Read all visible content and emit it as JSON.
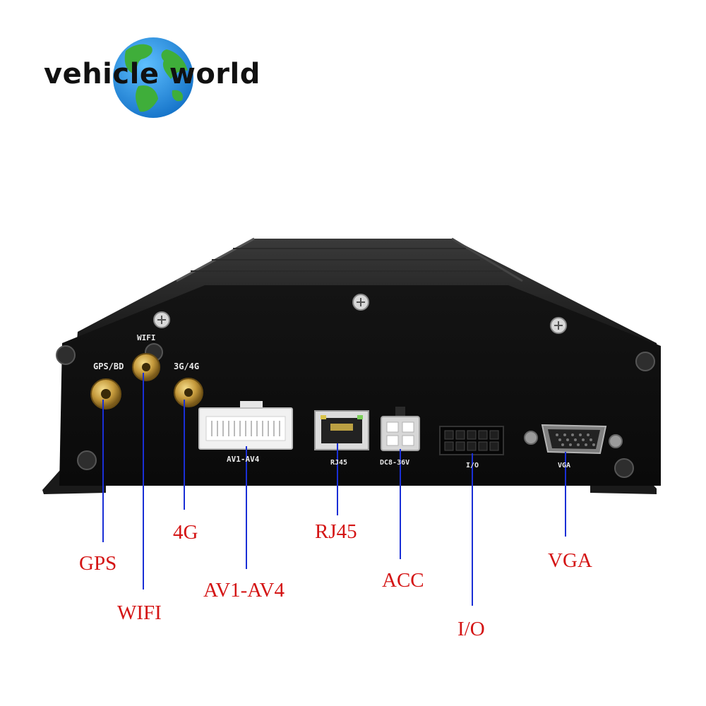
{
  "logo": {
    "text": "vehicle world"
  },
  "panel_labels": {
    "gps_bd": "GPS/BD",
    "wifi": "WIFI",
    "g3g4": "3G/4G",
    "av": "AV1-AV4",
    "rj45": "RJ45",
    "dc": "DC8-36V",
    "io": "I/O",
    "vga": "VGA"
  },
  "callouts": {
    "gps": "GPS",
    "wifi": "WIFI",
    "g4": "4G",
    "av": "AV1-AV4",
    "rj45": "RJ45",
    "acc": "ACC",
    "io": "I/O",
    "vga": "VGA"
  },
  "colors": {
    "callout": "#d41414",
    "device": "#101010",
    "globe_ocean": "#1e8ee6",
    "globe_land": "#3fae3a"
  }
}
